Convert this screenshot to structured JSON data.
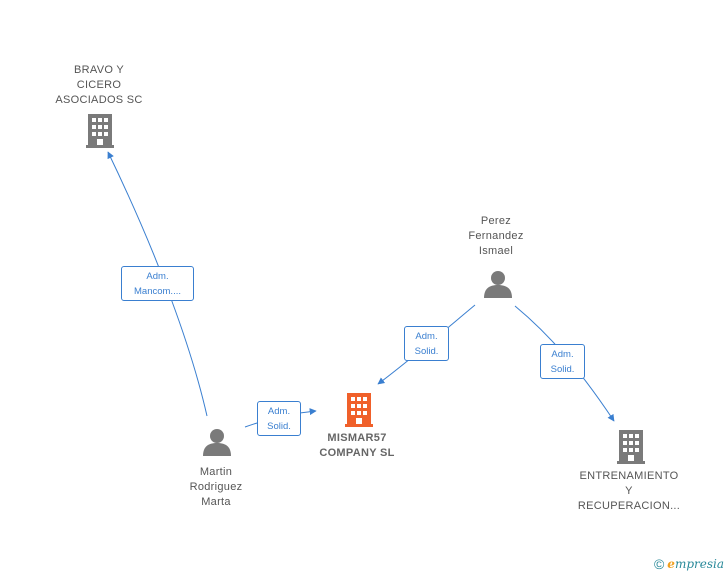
{
  "nodes": {
    "bravo": {
      "lines": [
        "BRAVO Y",
        "CICERO",
        "ASOCIADOS SC"
      ]
    },
    "perez": {
      "lines": [
        "Perez",
        "Fernandez",
        "Ismael"
      ]
    },
    "mismar": {
      "lines": [
        "MISMAR57",
        "COMPANY  SL"
      ]
    },
    "martin": {
      "lines": [
        "Martin",
        "Rodriguez",
        "Marta"
      ]
    },
    "entrenamiento": {
      "lines": [
        "ENTRENAMIENTO",
        "Y",
        "RECUPERACION..."
      ]
    }
  },
  "relations": {
    "martin_bravo": {
      "lines": [
        "Adm.",
        "Mancom...."
      ]
    },
    "martin_mismar": {
      "lines": [
        "Adm.",
        "Solid."
      ]
    },
    "perez_mismar": {
      "lines": [
        "Adm.",
        "Solid."
      ]
    },
    "perez_entrenamiento": {
      "lines": [
        "Adm.",
        "Solid."
      ]
    }
  },
  "colors": {
    "company": "#7a7a7a",
    "focus_company": "#f0602a",
    "person": "#7a7a7a",
    "edge": "#3a7fd0"
  },
  "footer": {
    "copyright_symbol": "©",
    "brand_initial": "e",
    "brand_rest": "mpresia"
  }
}
